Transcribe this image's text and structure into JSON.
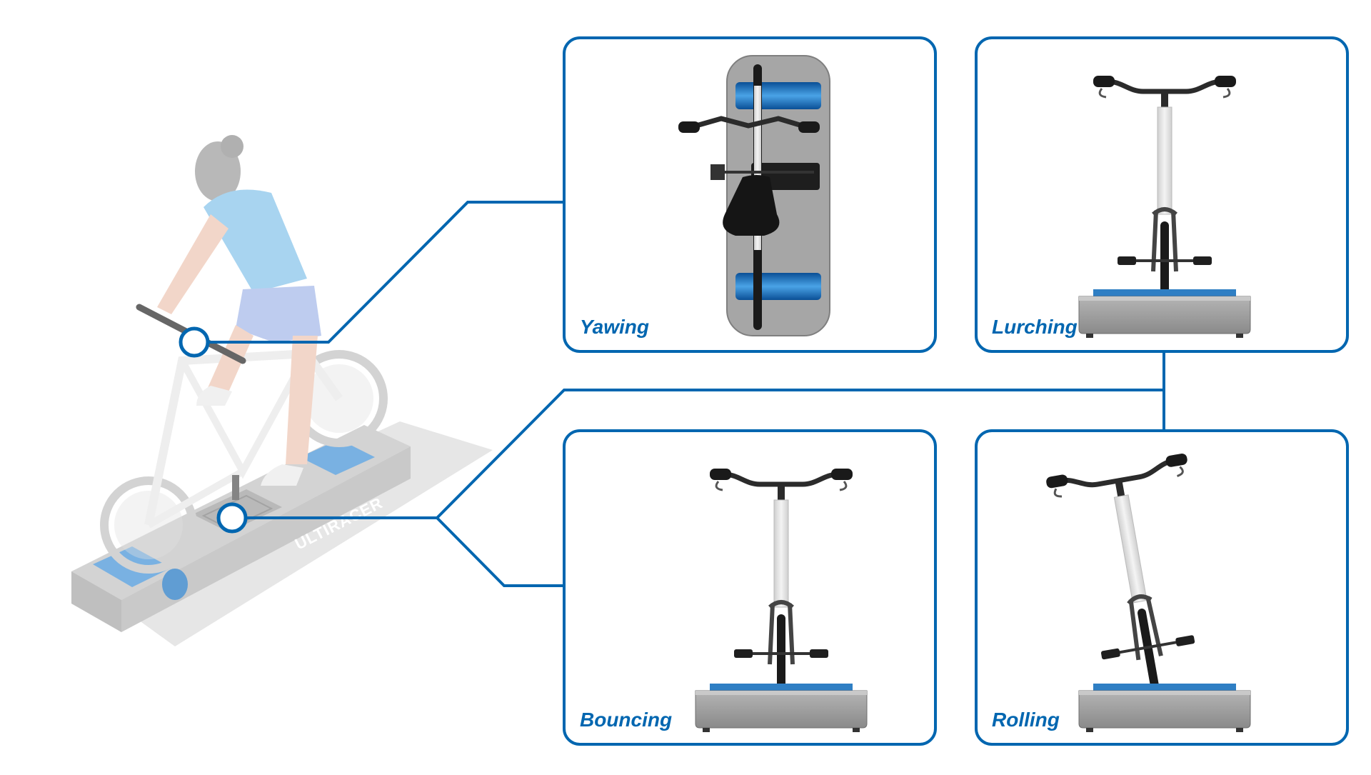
{
  "brand": "ULTIRACER",
  "panels": [
    {
      "id": "yawing",
      "label": "Yawing"
    },
    {
      "id": "lurching",
      "label": "Lurching"
    },
    {
      "id": "bouncing",
      "label": "Bouncing"
    },
    {
      "id": "rolling",
      "label": "Rolling"
    }
  ],
  "colors": {
    "accent": "#0066B0",
    "roller": "#1F7BC9",
    "platform": "#9A9A9A",
    "frame": "#E6E6E6"
  },
  "icons": [
    "cyclist-illustration",
    "trainer-platform-illustration",
    "bike-topview-illustration",
    "bike-frontview-illustration",
    "handlebar-marker",
    "roller-marker"
  ]
}
